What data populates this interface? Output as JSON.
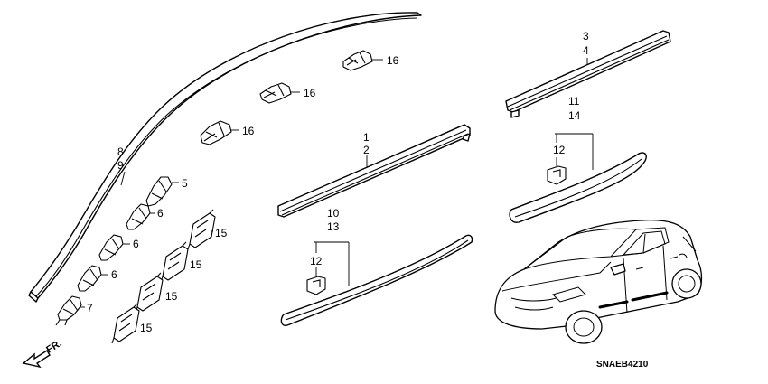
{
  "diagram_code": "SNAEB4210",
  "direction_label": "FR.",
  "callouts": [
    {
      "id": "c-16a",
      "text": "16"
    },
    {
      "id": "c-16b",
      "text": "16"
    },
    {
      "id": "c-16c",
      "text": "16"
    },
    {
      "id": "c-8",
      "text": "8"
    },
    {
      "id": "c-9",
      "text": "9"
    },
    {
      "id": "c-5",
      "text": "5"
    },
    {
      "id": "c-6a",
      "text": "6"
    },
    {
      "id": "c-6b",
      "text": "6"
    },
    {
      "id": "c-6c",
      "text": "6"
    },
    {
      "id": "c-7",
      "text": "7"
    },
    {
      "id": "c-15a",
      "text": "15"
    },
    {
      "id": "c-15b",
      "text": "15"
    },
    {
      "id": "c-15c",
      "text": "15"
    },
    {
      "id": "c-15d",
      "text": "15"
    },
    {
      "id": "c-1",
      "text": "1"
    },
    {
      "id": "c-2",
      "text": "2"
    },
    {
      "id": "c-10",
      "text": "10"
    },
    {
      "id": "c-13",
      "text": "13"
    },
    {
      "id": "c-12a",
      "text": "12"
    },
    {
      "id": "c-3",
      "text": "3"
    },
    {
      "id": "c-4",
      "text": "4"
    },
    {
      "id": "c-11",
      "text": "11"
    },
    {
      "id": "c-14",
      "text": "14"
    },
    {
      "id": "c-12b",
      "text": "12"
    }
  ]
}
